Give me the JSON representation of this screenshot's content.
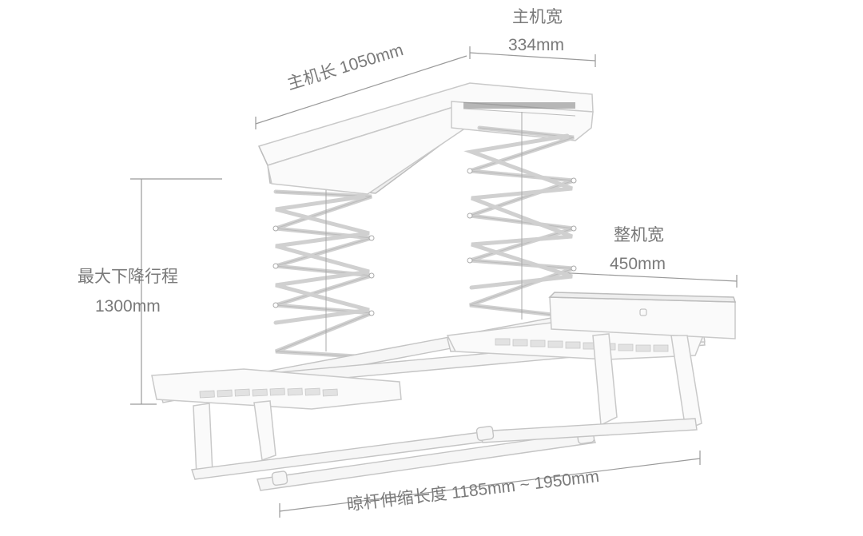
{
  "labels": {
    "host_width_title": "主机宽",
    "host_width_value": "334mm",
    "host_length": "主机长 1050mm",
    "max_drop_title": "最大下降行程",
    "max_drop_value": "1300mm",
    "whole_width_title": "整机宽",
    "whole_width_value": "450mm",
    "rod_extension": "晾杆伸缩长度 1185mm ~ 1950mm"
  },
  "colors": {
    "text": "#7a7a7a",
    "line": "#9a9a9a",
    "product": "#fafafa",
    "background": "#ffffff"
  },
  "icons": {
    "logo": "mi-logo-icon"
  }
}
